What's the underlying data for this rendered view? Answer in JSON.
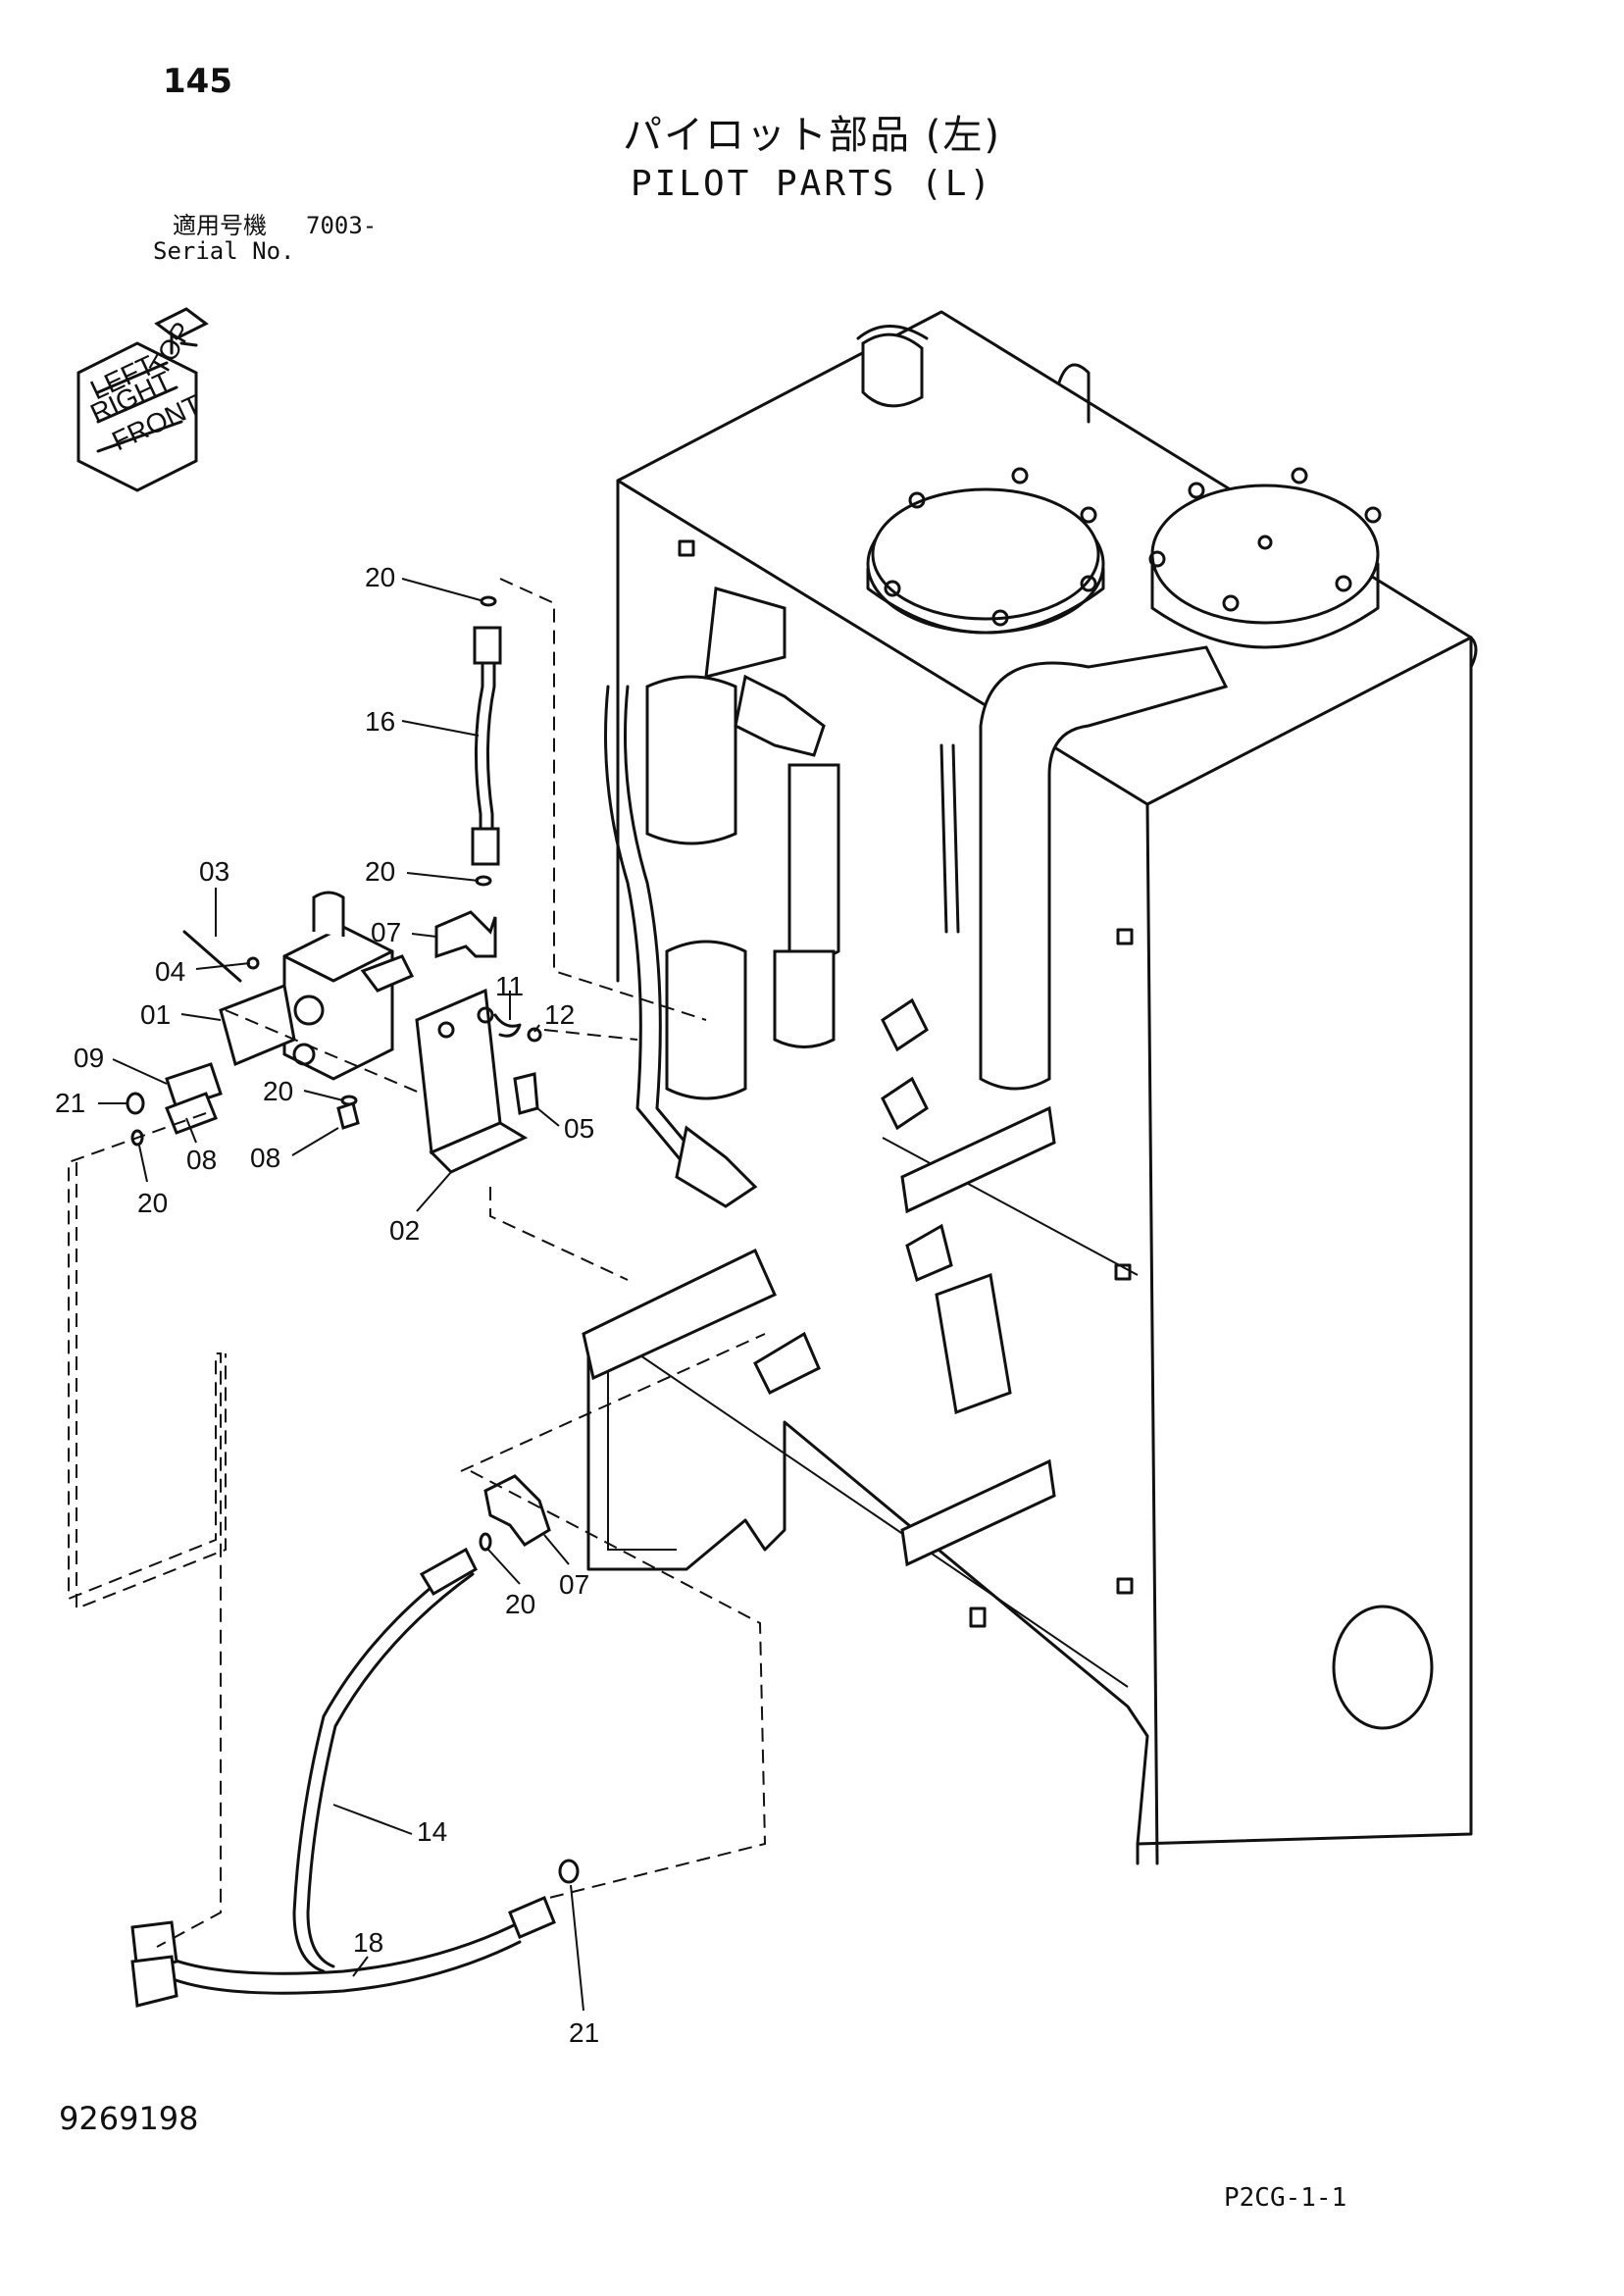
{
  "header": {
    "page_number": "145",
    "title_jp": "パイロット部品 (左)",
    "title_en": "PILOT PARTS (L)",
    "serial_label_jp": "適用号機",
    "serial_value": "7003-",
    "serial_label_en": "Serial No."
  },
  "orientation_icon": {
    "labels": [
      "LEFT",
      "RIGHT",
      "FRONT",
      "TOP"
    ]
  },
  "callouts": [
    {
      "id": "c20a",
      "label": "20"
    },
    {
      "id": "c16",
      "label": "16"
    },
    {
      "id": "c20b",
      "label": "20"
    },
    {
      "id": "c03",
      "label": "03"
    },
    {
      "id": "c07a",
      "label": "07"
    },
    {
      "id": "c04",
      "label": "04"
    },
    {
      "id": "c01",
      "label": "01"
    },
    {
      "id": "c11",
      "label": "11"
    },
    {
      "id": "c12",
      "label": "12"
    },
    {
      "id": "c09",
      "label": "09"
    },
    {
      "id": "c21a",
      "label": "21"
    },
    {
      "id": "c20c",
      "label": "20"
    },
    {
      "id": "c05",
      "label": "05"
    },
    {
      "id": "c08a",
      "label": "08"
    },
    {
      "id": "c08b",
      "label": "08"
    },
    {
      "id": "c20d",
      "label": "20"
    },
    {
      "id": "c02",
      "label": "02"
    },
    {
      "id": "c20e",
      "label": "20"
    },
    {
      "id": "c07b",
      "label": "07"
    },
    {
      "id": "c14",
      "label": "14"
    },
    {
      "id": "c18",
      "label": "18"
    },
    {
      "id": "c21b",
      "label": "21"
    }
  ],
  "footer": {
    "drawing_number": "9269198",
    "page_code": "P2CG-1-1"
  }
}
